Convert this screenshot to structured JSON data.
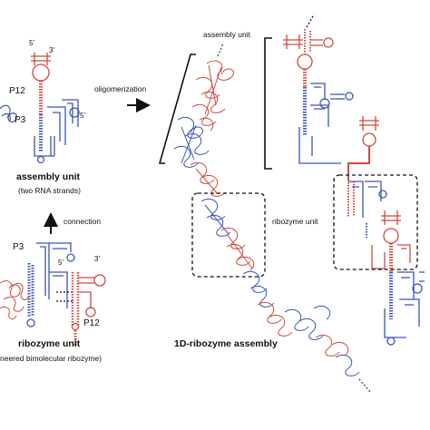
{
  "colors": {
    "red_strand": "#d14a3c",
    "blue_strand": "#3b55b4",
    "line": "#111111"
  },
  "labels": {
    "top_5prime": "5'",
    "top_3prime": "3'",
    "p12_top": "P12",
    "p3_top": "P3",
    "small_5prime": "5'",
    "assembly_unit_title": "assembly unit",
    "assembly_unit_sub": "(two RNA strands)",
    "connection": "connection",
    "p3_bottom": "P3",
    "bottom_3prime": "3'",
    "bottom_5prime": "5'",
    "p12_bottom": "P12",
    "ribozyme_unit_title": "ribozyme unit",
    "ribozyme_unit_sub": "neered bimolecular ribozyme)",
    "oligomerization": "oligomerization",
    "assembly_unit_callout": "assembly unit",
    "ribozyme_unit_callout": "ribozyme unit",
    "assembly_title": "1D-ribozyme assembly"
  }
}
